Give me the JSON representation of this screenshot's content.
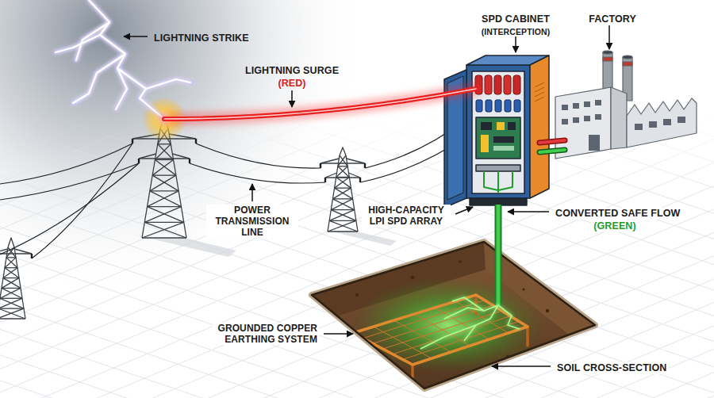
{
  "diagram": {
    "labels": [
      "LIGHTNING STRIKE",
      "LIGHTNING SURGE",
      "(RED)",
      "POWER TRANSMISSION LINE",
      "SPD CABINET",
      "(INTERCEPTION)",
      "FACTORY",
      "HIGH-CAPACITY LPI SPD ARRAY",
      "CONVERTED SAFE FLOW",
      "(GREEN)",
      "GROUNDED COPPER EARTHING SYSTEM",
      "SOIL CROSS-SECTION"
    ]
  }
}
